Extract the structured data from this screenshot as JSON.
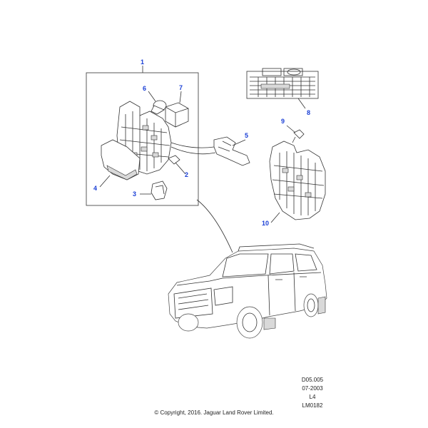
{
  "callouts": {
    "c1": "1",
    "c2": "2",
    "c3": "3",
    "c4": "4",
    "c5": "5",
    "c6": "6",
    "c7": "7",
    "c8": "8",
    "c9": "9",
    "c10": "10"
  },
  "reference": {
    "section": "D05.005",
    "date": "07-2003",
    "level": "L4",
    "illustration": "LM0182"
  },
  "copyright": "© Copyright, 2016. Jaguar Land Rover Limited.",
  "colors": {
    "callout": "#1a3fd6",
    "line": "#333333"
  }
}
